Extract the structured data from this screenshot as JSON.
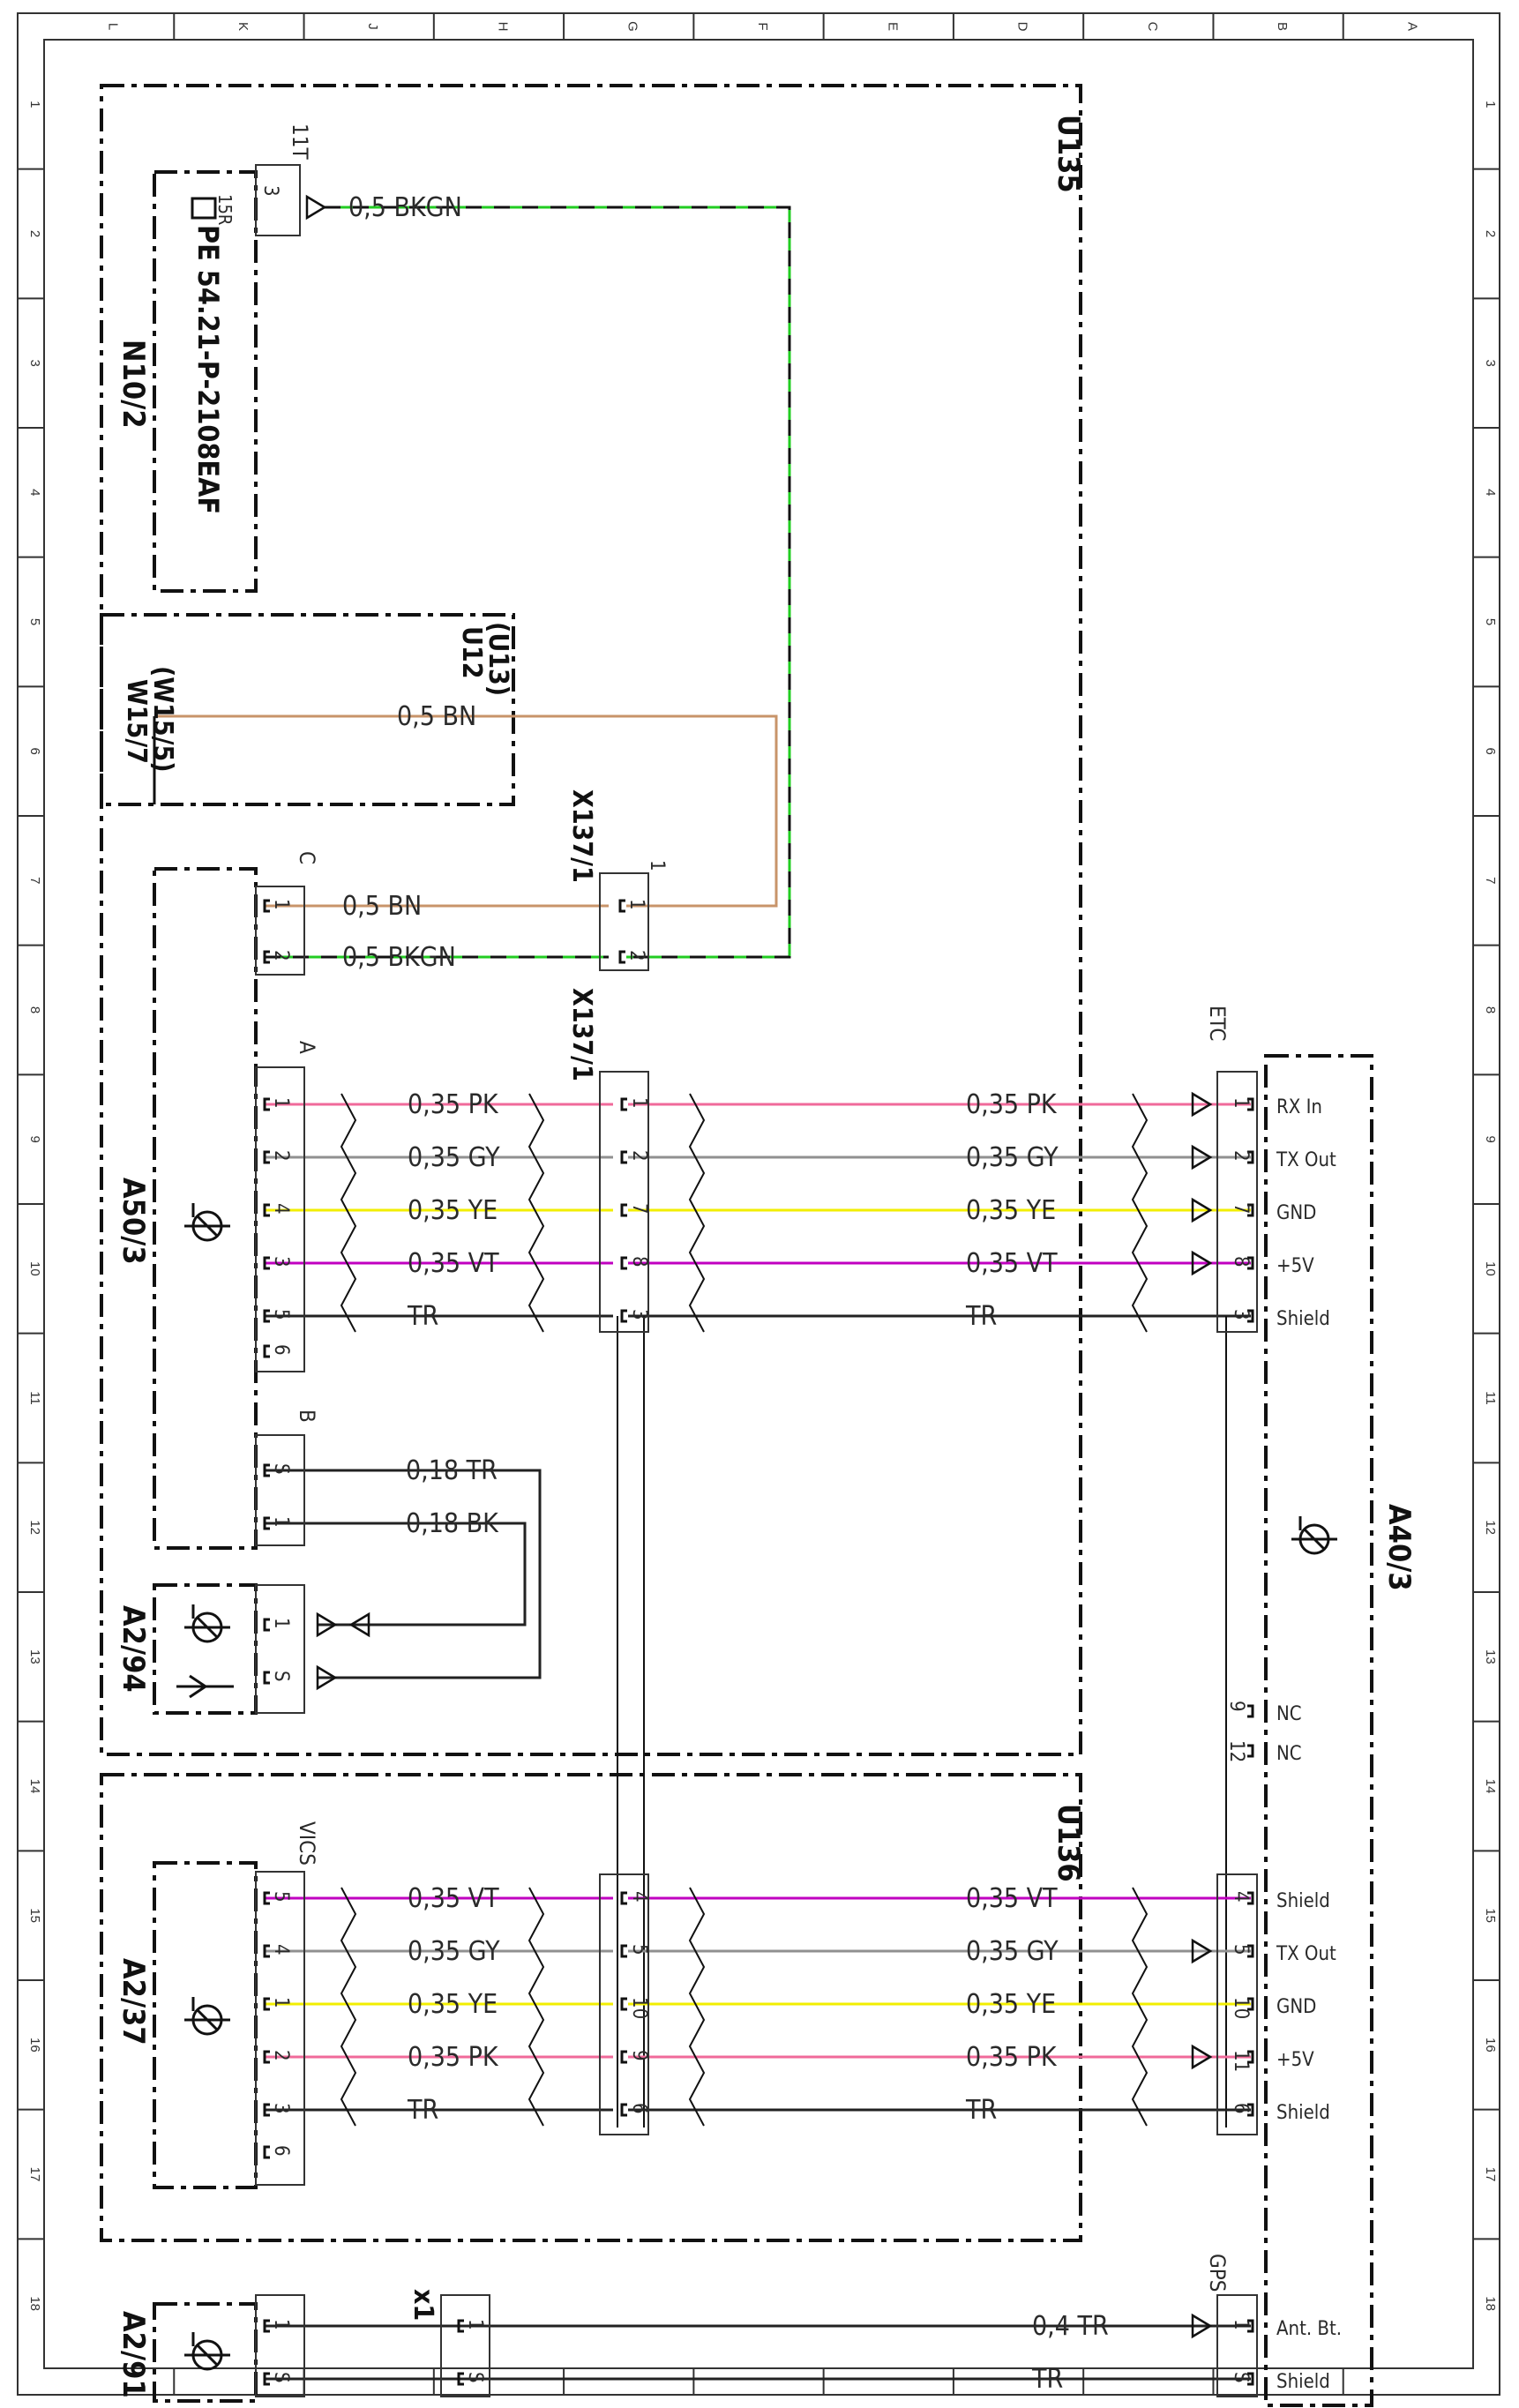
{
  "frame": {
    "columns": [
      "L",
      "K",
      "J",
      "H",
      "G",
      "F",
      "E",
      "D",
      "C",
      "B",
      "A"
    ],
    "rows": [
      "1",
      "2",
      "3",
      "4",
      "5",
      "6",
      "7",
      "8",
      "9",
      "10",
      "11",
      "12",
      "13",
      "14",
      "15",
      "16",
      "17",
      "18"
    ]
  },
  "modules": {
    "u135": "U135",
    "u136": "U136",
    "n10": "N10/2",
    "u12": "U12",
    "u13": "(U13)",
    "w15": "W15/7",
    "w15b": "(W15/5)",
    "a50": "A50/3",
    "a294": "A2/94",
    "a237": "A2/37",
    "a291": "A2/91",
    "a40": "A40/3",
    "x137_top": "X137/1",
    "x137_mid": "X137/1",
    "pe_ref": "PE 54.21-P-2108EAF",
    "x1": "x1"
  },
  "connectors": {
    "c11t": "11T",
    "c": "C",
    "a": "A",
    "b": "B",
    "vics": "VICS",
    "etc": "ETC",
    "gps": "GPS",
    "pin15r": "15R"
  },
  "wires": {
    "w_top": {
      "label": "0,5 BKGN",
      "code": "BKGN",
      "color": "#22cc22"
    },
    "w_bn": {
      "label": "0,5 BN",
      "code": "BN",
      "color": "#c8946a"
    },
    "w_c1": {
      "label": "0,5 BN",
      "code": "BN",
      "color": "#c8946a"
    },
    "w_c2": {
      "label": "0,5 BKGN",
      "code": "BKGN",
      "color": "#22cc22"
    },
    "a_left": [
      {
        "label": "0,35 PK",
        "code": "PK",
        "color": "#f06a9a"
      },
      {
        "label": "0,35 GY",
        "code": "GY",
        "color": "#909090"
      },
      {
        "label": "0,35 YE",
        "code": "YE",
        "color": "#f2ee00"
      },
      {
        "label": "0,35 VT",
        "code": "VT",
        "color": "#c000c0"
      },
      {
        "label": "TR",
        "code": "TR",
        "color": "#222222"
      }
    ],
    "a_right": [
      {
        "label": "0,35 PK",
        "code": "PK",
        "color": "#f06a9a"
      },
      {
        "label": "0,35 GY",
        "code": "GY",
        "color": "#909090"
      },
      {
        "label": "0,35 YE",
        "code": "YE",
        "color": "#f2ee00"
      },
      {
        "label": "0,35 VT",
        "code": "VT",
        "color": "#c000c0"
      },
      {
        "label": "TR",
        "code": "TR",
        "color": "#222222"
      }
    ],
    "b_lines": [
      {
        "label": "0,18 TR",
        "code": "TR",
        "color": "#222222"
      },
      {
        "label": "0,18 BK",
        "code": "BK",
        "color": "#222222"
      }
    ],
    "v_left": [
      {
        "label": "0,35 VT",
        "code": "VT",
        "color": "#c000c0"
      },
      {
        "label": "0,35 GY",
        "code": "GY",
        "color": "#909090"
      },
      {
        "label": "0,35 YE",
        "code": "YE",
        "color": "#f2ee00"
      },
      {
        "label": "0,35 PK",
        "code": "PK",
        "color": "#f06a9a"
      },
      {
        "label": "TR",
        "code": "TR",
        "color": "#222222"
      }
    ],
    "v_right": [
      {
        "label": "0,35 VT",
        "code": "VT",
        "color": "#c000c0"
      },
      {
        "label": "0,35 GY",
        "code": "GY",
        "color": "#909090"
      },
      {
        "label": "0,35 YE",
        "code": "YE",
        "color": "#f2ee00"
      },
      {
        "label": "0,35 PK",
        "code": "PK",
        "color": "#f06a9a"
      },
      {
        "label": "TR",
        "code": "TR",
        "color": "#222222"
      }
    ],
    "gps": [
      {
        "label": "0,4 TR",
        "code": "TR",
        "color": "#222222"
      },
      {
        "label": "TR",
        "code": "TR",
        "color": "#222222"
      }
    ]
  },
  "pins": {
    "c11t": "3",
    "c_conn": [
      "1",
      "2"
    ],
    "x137_top": [
      "1",
      "2"
    ],
    "x137_top_head": "1",
    "a_left": [
      "1",
      "2",
      "4",
      "3",
      "5",
      "6"
    ],
    "a_mid": [
      "1",
      "2",
      "7",
      "8",
      "3"
    ],
    "etc": [
      "1",
      "2",
      "7",
      "8",
      "3"
    ],
    "etc_nc": [
      "9",
      "12"
    ],
    "b_conn": [
      "S",
      "1"
    ],
    "a294": [
      "1",
      "S"
    ],
    "vics": [
      "5",
      "4",
      "1",
      "2",
      "3",
      "6"
    ],
    "v_mid": [
      "4",
      "5",
      "10",
      "9",
      "6"
    ],
    "v_etc": [
      "4",
      "5",
      "10",
      "11",
      "6"
    ],
    "gps_left": [
      "1",
      "S"
    ],
    "x1": [
      "1",
      "S"
    ],
    "gps_right": [
      "1",
      "S"
    ]
  },
  "pin_labels": {
    "etc": [
      "RX In",
      "TX Out",
      "GND",
      "+5V",
      "Shield"
    ],
    "nc": [
      "NC",
      "NC"
    ],
    "vics": [
      "Shield",
      "TX Out",
      "GND",
      "+5V",
      "Shield"
    ],
    "gps": [
      "Ant. Bt.",
      "Shield"
    ]
  },
  "icons": [
    "flag-reference-icon",
    "ecu-symbol-icon",
    "antenna-icon",
    "arrow-head-icon",
    "twisted-pair-icon"
  ]
}
